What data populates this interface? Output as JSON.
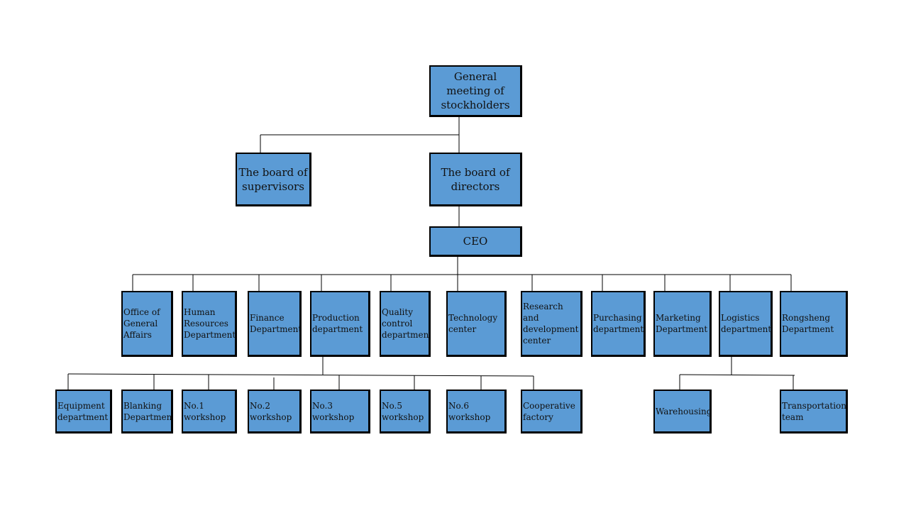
{
  "colors": {
    "box_fill": "#5b9bd5",
    "box_border": "#000000",
    "line": "#000000",
    "background": "#ffffff"
  },
  "nodes": {
    "shareholders": "General meeting of stockholders",
    "supervisors": "The board of supervisors",
    "directors": "The board of directors",
    "ceo": "CEO",
    "office": "Office of General Affairs",
    "hr": "Human Resources Department",
    "finance": "Finance Department",
    "production": "Production department",
    "quality": "Quality control department",
    "technology": "Technology center",
    "rnd": "Research and development center",
    "purchasing": "Purchasing department",
    "marketing": "Marketing Department",
    "logistics": "Logistics department",
    "rongsheng": "Rongsheng Department",
    "equipment": "Equipment department",
    "blanking": "Blanking Department",
    "ws1": "No.1 workshop",
    "ws2": "No.2 workshop",
    "ws3": "No.3 workshop",
    "ws5": "No.5 workshop",
    "ws6": "No.6 workshop",
    "cooperative": "Cooperative factory",
    "warehousing": "Warehousing",
    "transportation": "Transportation team"
  },
  "hierarchy": [
    {
      "parent": "shareholders",
      "children": [
        "supervisors",
        "directors"
      ]
    },
    {
      "parent": "directors",
      "children": [
        "ceo"
      ]
    },
    {
      "parent": "ceo",
      "children": [
        "office",
        "hr",
        "finance",
        "production",
        "quality",
        "technology",
        "rnd",
        "purchasing",
        "marketing",
        "logistics",
        "rongsheng"
      ]
    },
    {
      "parent": "production",
      "children": [
        "equipment",
        "blanking",
        "ws1",
        "ws2",
        "ws3",
        "ws5",
        "ws6",
        "cooperative"
      ]
    },
    {
      "parent": "logistics",
      "children": [
        "warehousing",
        "transportation"
      ]
    }
  ]
}
